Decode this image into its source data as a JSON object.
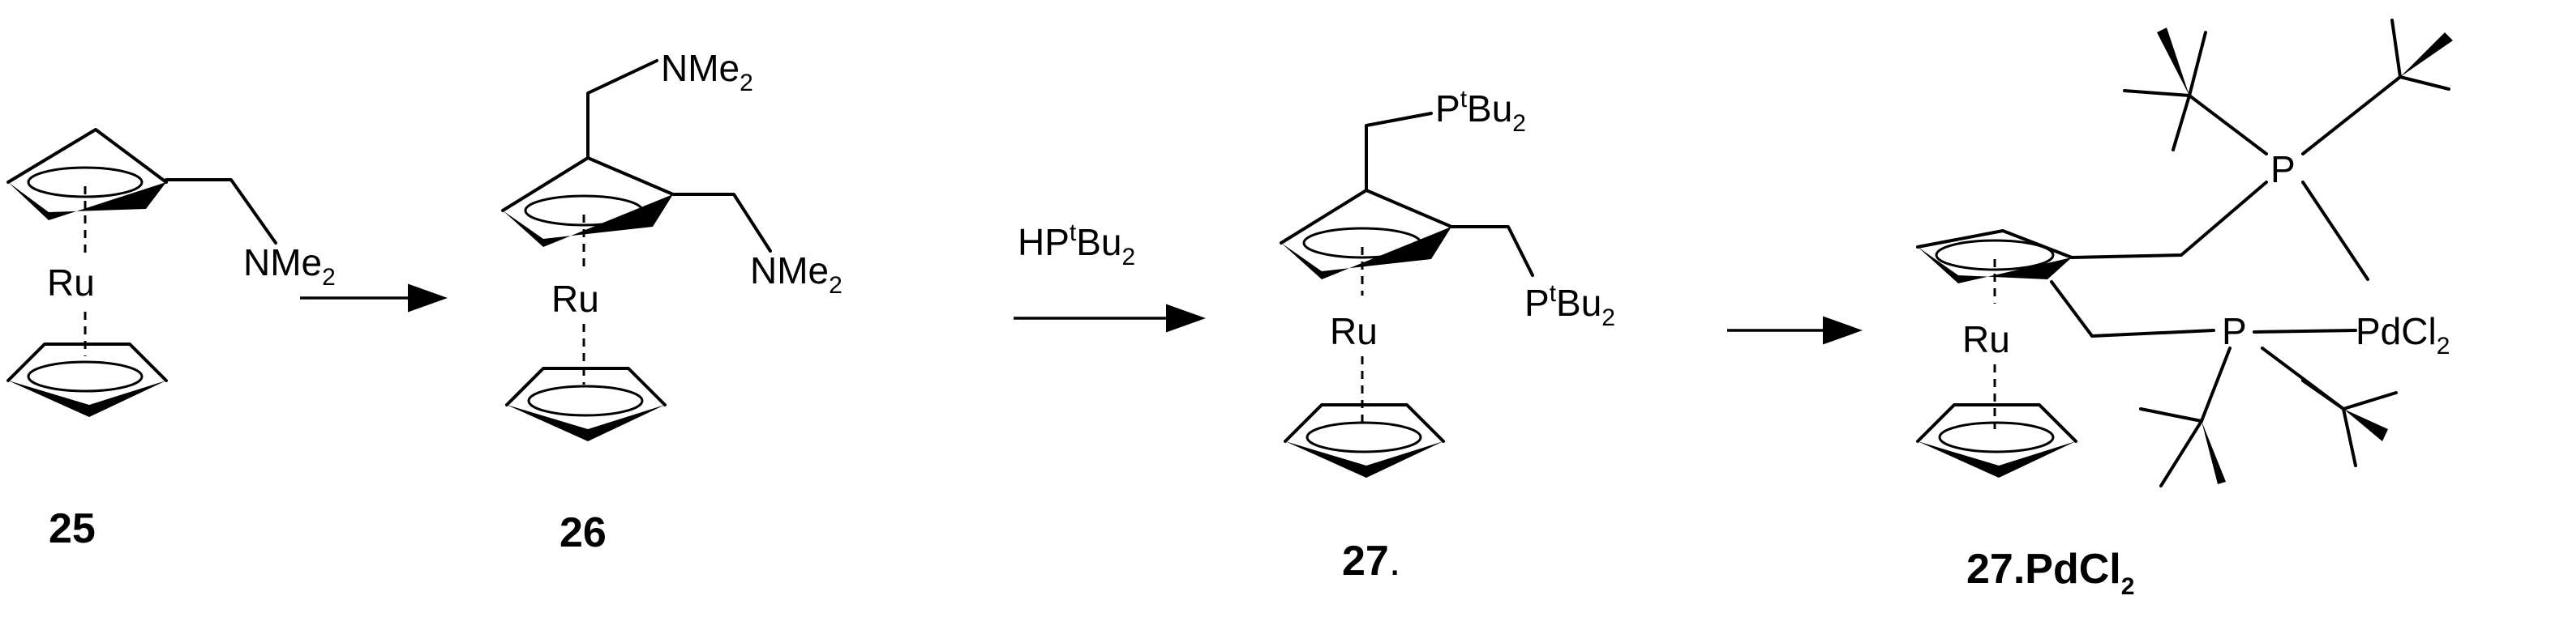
{
  "atoms": {
    "ru": "Ru",
    "nme": "NMe",
    "pre_t": "P",
    "t": "t",
    "bu": "Bu",
    "two": "2",
    "p": "P",
    "pdcl": "PdCl",
    "reagent_h": "HP"
  },
  "compounds": {
    "c25": "25",
    "c26": "26",
    "c27": "27",
    "c27_dot": ".",
    "c27pd_main": "27.PdCl",
    "c27pd_sub": "2"
  },
  "colors": {
    "ink": "#000000",
    "background": "#ffffff"
  }
}
